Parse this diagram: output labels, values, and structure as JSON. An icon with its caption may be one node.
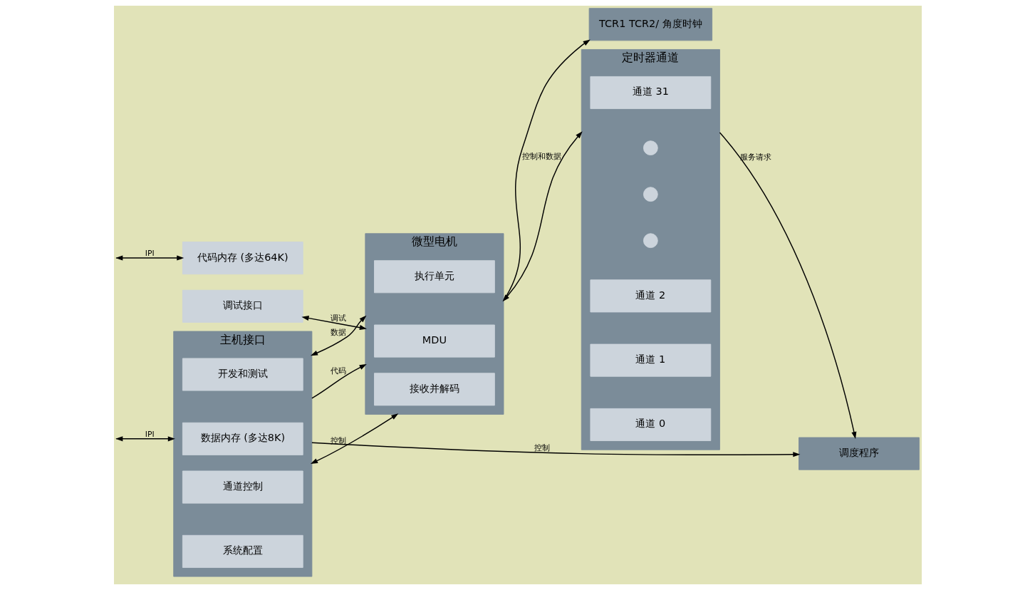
{
  "diagram": {
    "nodes": [
      {
        "text": [
          "主机接口"
        ]
      },
      {
        "text": [
          "系统配置"
        ],
        "in": 0
      },
      {
        "text": [
          "通道控制"
        ],
        "in": 0
      },
      {
        "text": [
          "开发和测试"
        ],
        "in": 0
      },
      {
        "text": [
          "数据内存 (多达8K)"
        ],
        "in": 0
      },
      {
        "text": [
          "代码内存 (多达64K)"
        ]
      },
      {
        "text": [
          "调试接口"
        ]
      },
      {
        "text": [
          "调度程序"
        ]
      },
      {
        "text": [
          "微型电机"
        ]
      },
      {
        "text": [
          "接收并解码"
        ],
        "in": 8
      },
      {
        "text": [
          "执行单元"
        ],
        "in": 8
      },
      {
        "text": [
          "MDU"
        ],
        "in": 8
      },
      {
        "text": [
          "TCR1 TCR2/ 角度时钟"
        ]
      },
      {
        "text": [
          "定时器通道"
        ]
      },
      {
        "text": [
          "通道 0"
        ],
        "in": 13
      },
      {
        "text": [
          "通道 1"
        ],
        "in": 13
      },
      {
        "text": [
          "通道 2"
        ],
        "in": 13
      },
      {
        "text": [],
        "shape": "circle",
        "in": 13
      },
      {
        "text": [],
        "shape": "circle",
        "in": 13
      },
      {
        "text": [],
        "shape": "circle",
        "in": 13
      },
      {
        "text": [
          "通道 31"
        ],
        "in": 13
      }
    ],
    "edges": [
      {
        "from": null,
        "to": 0,
        "arrow": "both",
        "label": "IPI"
      },
      {
        "from": null,
        "to": 5,
        "arrow": "both",
        "label": "IPI"
      },
      {
        "from": 0,
        "to": 7,
        "arrow": "to",
        "label": "控制"
      },
      {
        "from": 0,
        "to": 8,
        "arrow": "both",
        "label": "控制"
      },
      {
        "from": 0,
        "to": 8,
        "arrow": "both",
        "label": "数据"
      },
      {
        "from": 0,
        "to": 8,
        "arrow": "to",
        "label": "代码"
      },
      {
        "from": 6,
        "to": 8,
        "arrow": "both",
        "label": "调试"
      },
      {
        "from": 13,
        "to": 7,
        "arrow": "to",
        "label": "服务请求"
      },
      {
        "from": 8,
        "to": 13,
        "arrow": "both",
        "label": "控制和数据"
      },
      {
        "from": 8,
        "to": 12,
        "arrow": "to"
      }
    ]
  }
}
